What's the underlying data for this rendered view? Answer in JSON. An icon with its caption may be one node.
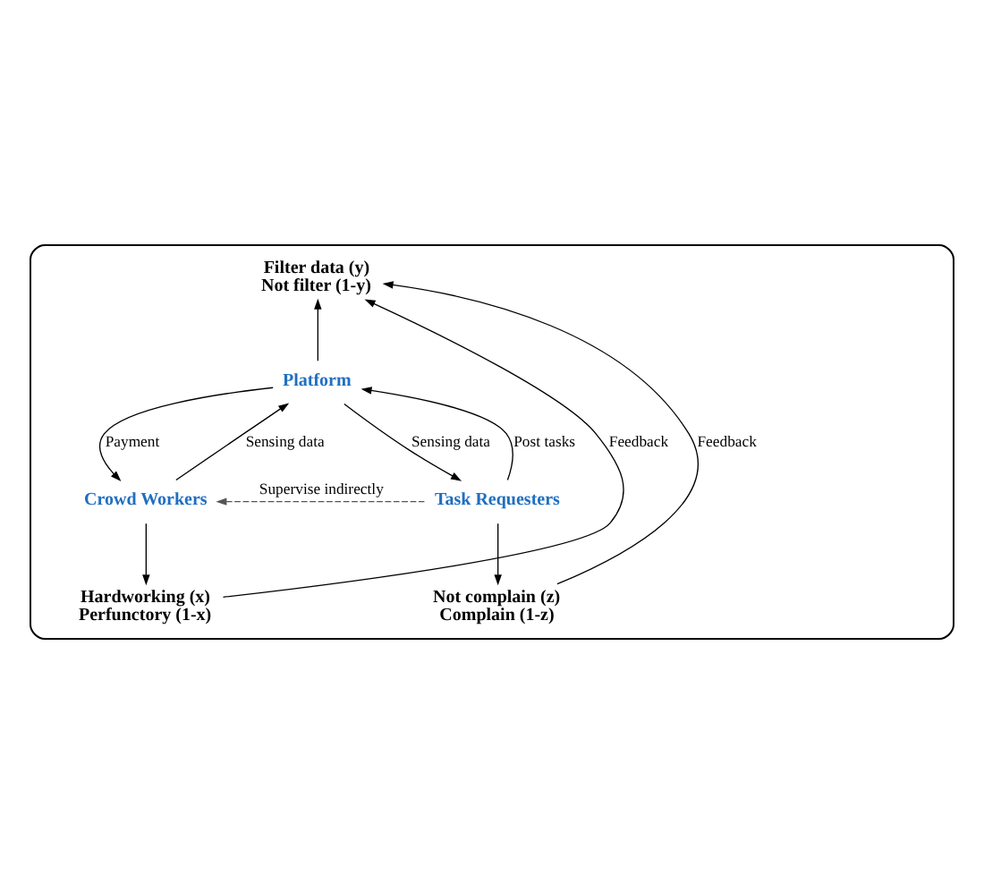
{
  "diagram": {
    "nodes": [
      {
        "text": [],
        "shape": "box"
      },
      {
        "text": [
          "Filter data (y)",
          "Not filter (1-y)"
        ],
        "in": 0
      },
      {
        "text": [
          "Platform"
        ],
        "in": 0
      },
      {
        "text": [
          "Crowd Workers"
        ],
        "in": 0
      },
      {
        "text": [
          "Task Requesters"
        ],
        "in": 0
      },
      {
        "text": [
          "Hardworking (x)",
          "Perfunctory (1-x)"
        ],
        "in": 0
      },
      {
        "text": [
          "Not complain (z)",
          "Complain (1-z)"
        ],
        "in": 0
      }
    ],
    "edges": [
      {
        "from": 2,
        "to": 1,
        "arrow": "to"
      },
      {
        "from": 2,
        "to": 3,
        "arrow": "to",
        "label": "Payment"
      },
      {
        "from": 3,
        "to": 2,
        "arrow": "to",
        "label": "Sensing data"
      },
      {
        "from": 2,
        "to": 4,
        "arrow": "to",
        "label": "Sensing data"
      },
      {
        "from": 4,
        "to": 2,
        "arrow": "to",
        "label": "Post tasks"
      },
      {
        "from": 4,
        "to": 3,
        "arrow": "to",
        "label": "Supervise indirectly",
        "style": "dashed",
        "color": "#555555"
      },
      {
        "from": 3,
        "to": 5,
        "arrow": "to"
      },
      {
        "from": 4,
        "to": 6,
        "arrow": "to"
      },
      {
        "from": 5,
        "to": 1,
        "arrow": "to",
        "label": "Feedback"
      },
      {
        "from": 6,
        "to": 1,
        "arrow": "to",
        "label": "Feedback"
      }
    ]
  }
}
